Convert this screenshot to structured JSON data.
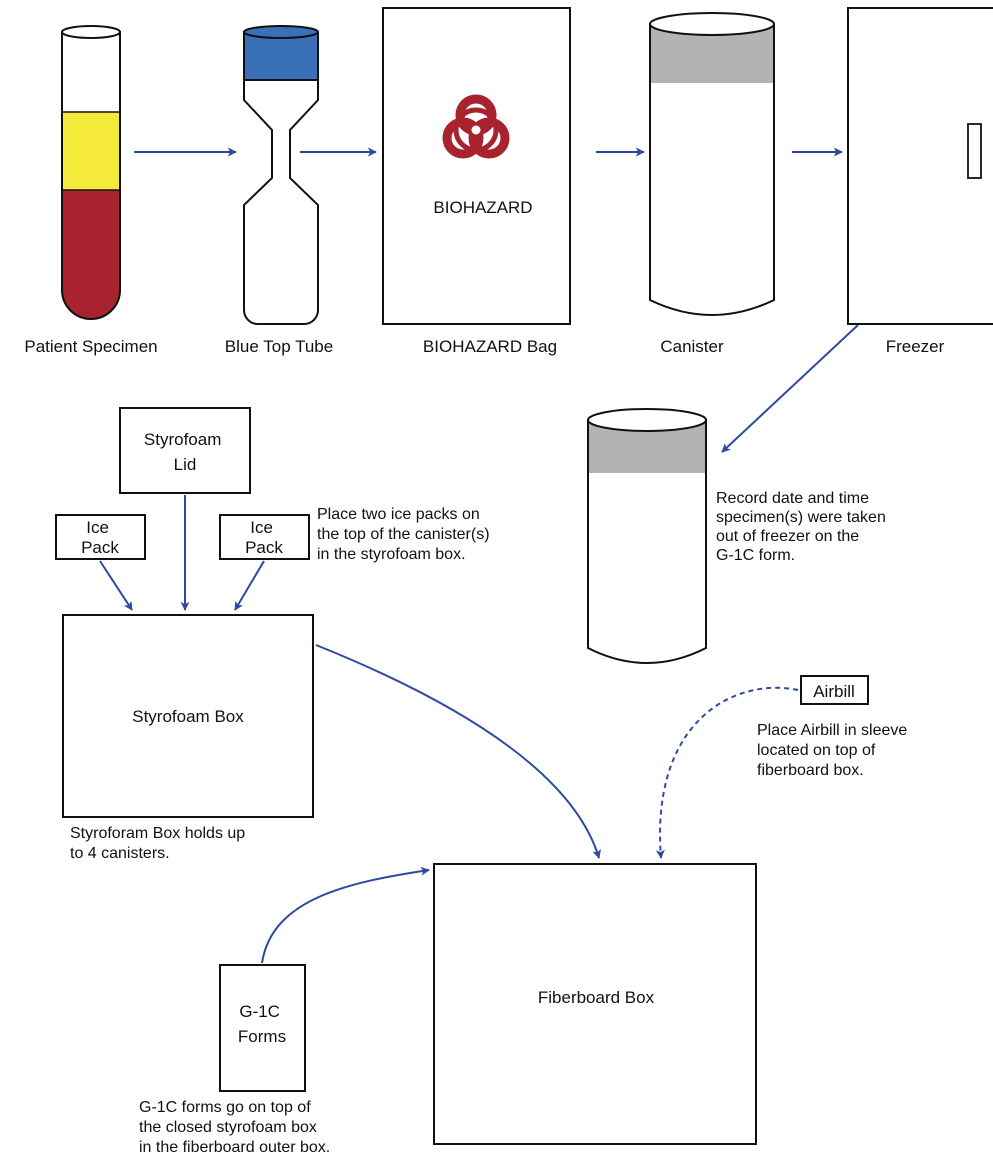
{
  "colors": {
    "arrow": "#2e4a9e",
    "blood": "#a8232e",
    "serum": "#f5ea3a",
    "cap_blue": "#3a70b5",
    "cap_gray": "#b3b3b3",
    "biohazard": "#a8232e",
    "outline": "#111111"
  },
  "icons": {
    "biohazard": "biohazard-icon",
    "tube": "test-tube-icon",
    "canister": "canister-icon",
    "freezer": "freezer-icon"
  },
  "top_row": {
    "patient_specimen": "Patient Specimen",
    "blue_top_tube": "Blue Top Tube",
    "biohazard_bag": "BIOHAZARD Bag",
    "biohazard_text": "BIOHAZARD",
    "canister": "Canister",
    "freezer": "Freezer"
  },
  "styrofoam": {
    "lid_lines": [
      "Styrofoam",
      "Lid"
    ],
    "ice_pack_lines": [
      "Ice",
      "Pack"
    ],
    "ice_note_lines": [
      "Place two ice packs on",
      "the top of the canister(s)",
      "in the styrofoam box."
    ],
    "box_label": "Styrofoam Box",
    "box_note_lines": [
      "Styroforam Box holds up",
      "to 4 canisters."
    ]
  },
  "freezer_note_lines": [
    "Record date and time",
    "specimen(s) were taken",
    "out of freezer on the",
    "G-1C form."
  ],
  "airbill": {
    "label": "Airbill",
    "note_lines": [
      "Place Airbill in sleeve",
      "located on top of",
      "fiberboard box."
    ]
  },
  "forms": {
    "label_lines": [
      "G-1C",
      "Forms"
    ],
    "note_lines": [
      "G-1C forms go on top of",
      "the closed styrofoam box",
      "in the fiberboard outer box."
    ]
  },
  "fiberboard_box_label": "Fiberboard Box"
}
